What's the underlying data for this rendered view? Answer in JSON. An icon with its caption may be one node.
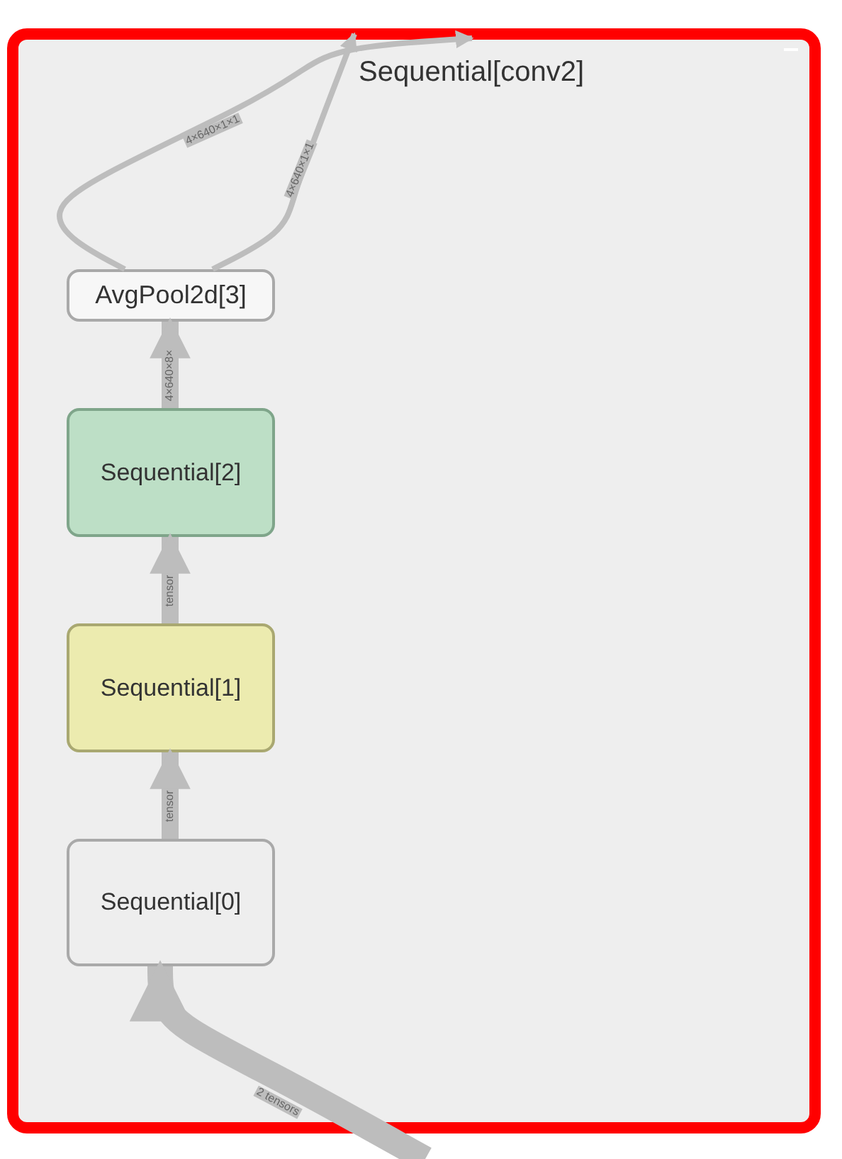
{
  "diagram": {
    "nodes": [
      {
        "text": [
          "Sequential[conv2]"
        ]
      },
      {
        "text": [
          "AvgPool2d[3]"
        ],
        "in": 0
      },
      {
        "text": [
          "Sequential[2]"
        ],
        "in": 0
      },
      {
        "text": [
          "Sequential[1]"
        ],
        "in": 0
      },
      {
        "text": [
          "Sequential[0]"
        ],
        "in": 0
      }
    ],
    "edges": [
      {
        "from": 1,
        "to": null,
        "arrow": "to",
        "label": "4×640×1×1"
      },
      {
        "from": 1,
        "to": null,
        "arrow": "to",
        "label": "4×640×1×1"
      },
      {
        "from": 2,
        "to": 1,
        "arrow": "to",
        "label": "4×640×8×"
      },
      {
        "from": 3,
        "to": 2,
        "arrow": "to",
        "label": "tensor"
      },
      {
        "from": 4,
        "to": 3,
        "arrow": "to",
        "label": "tensor"
      },
      {
        "from": null,
        "to": 4,
        "arrow": "to",
        "label": "2 tensors"
      }
    ]
  }
}
